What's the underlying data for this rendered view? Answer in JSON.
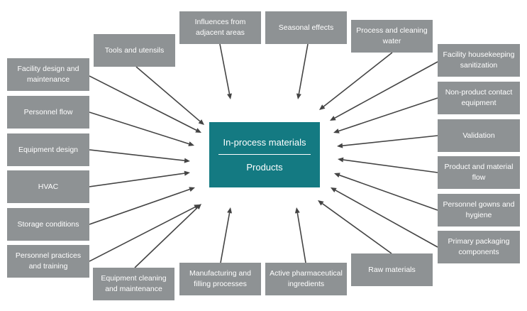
{
  "center": {
    "top_label": "In-process materials",
    "bottom_label": "Products"
  },
  "colors": {
    "factor_box": "#8e9294",
    "center_box": "#147a82",
    "arrow": "#444444",
    "text": "#ffffff"
  },
  "factors": [
    {
      "id": "tools-and-utensils",
      "label": "Tools and utensils"
    },
    {
      "id": "influences-from-adjacent-areas",
      "label": "Influences from adjacent areas"
    },
    {
      "id": "seasonal-effects",
      "label": "Seasonal effects"
    },
    {
      "id": "process-and-cleaning-water",
      "label": "Process and cleaning water"
    },
    {
      "id": "facility-design-and-maintenance",
      "label": "Facility design and maintenance"
    },
    {
      "id": "personnel-flow",
      "label": "Personnel flow"
    },
    {
      "id": "equipment-design",
      "label": "Equipment design"
    },
    {
      "id": "hvac",
      "label": "HVAC"
    },
    {
      "id": "storage-conditions",
      "label": "Storage conditions"
    },
    {
      "id": "personnel-practices-and-training",
      "label": "Personnel practices and training"
    },
    {
      "id": "facility-housekeeping-sanitization",
      "label": "Facility housekeeping sanitization"
    },
    {
      "id": "non-product-contact-equipment",
      "label": "Non-product contact equipment"
    },
    {
      "id": "validation",
      "label": "Validation"
    },
    {
      "id": "product-and-material-flow",
      "label": "Product and material flow"
    },
    {
      "id": "personnel-gowns-and-hygiene",
      "label": "Personnel gowns and hygiene"
    },
    {
      "id": "primary-packaging-components",
      "label": "Primary packaging components"
    },
    {
      "id": "equipment-cleaning-and-maintenance",
      "label": "Equipment cleaning and maintenance"
    },
    {
      "id": "manufacturing-and-filling-processes",
      "label": "Manufacturing and filling processes"
    },
    {
      "id": "active-pharmaceutical-ingredients",
      "label": "Active pharmaceutical ingredients"
    },
    {
      "id": "raw-materials",
      "label": "Raw materials"
    }
  ]
}
